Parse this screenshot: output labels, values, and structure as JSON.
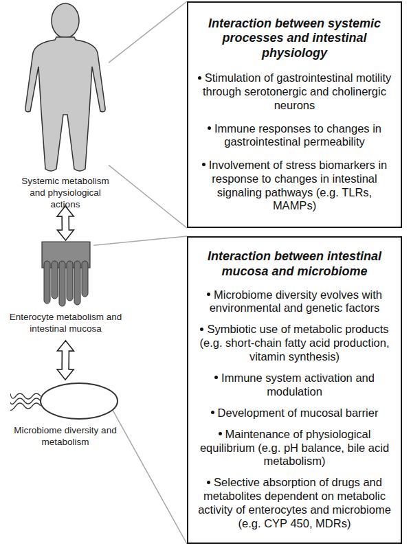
{
  "diagram": {
    "nodes": [
      {
        "text": [
          "Systemic metabolism and physiological actions"
        ]
      },
      {
        "text": [
          "Interaction between systemic processes and intestinal physiology",
          "Stimulation of gastrointestinal motility through serotonergic and cholinergic neurons",
          "Immune responses to changes in gastrointestinal permeability",
          "Involvement of stress biomarkers in response to changes in intestinal signaling pathways (e.g. TLRs, MAMPs)"
        ]
      },
      {
        "text": [
          "Enterocyte metabolism and intestinal mucosa"
        ]
      },
      {
        "text": [
          "Interaction between intestinal mucosa and microbiome",
          "Microbiome diversity evolves with environmental and genetic factors",
          "Symbiotic use of metabolic products (e.g. short-chain fatty acid production, vitamin synthesis)",
          "Immune system activation and modulation",
          "Development of mucosal barrier",
          "Maintenance of physiological equilibrium (e.g. pH balance, bile acid metabolism)",
          "Selective absorption of drugs and metabolites dependent on metabolic activity of enterocytes and microbiome (e.g. CYP 450, MDRs)"
        ]
      },
      {
        "text": [
          "Microbiome diversity and metabolism"
        ]
      }
    ],
    "edges": [
      {
        "from": 0,
        "to": 2,
        "arrow": "both"
      },
      {
        "from": 2,
        "to": 4,
        "arrow": "both"
      },
      {
        "from": 0,
        "to": 1,
        "arrow": "none"
      },
      {
        "from": 0,
        "to": 1,
        "arrow": "none"
      },
      {
        "from": 2,
        "to": 3,
        "arrow": "none"
      },
      {
        "from": 4,
        "to": 3,
        "arrow": "none"
      }
    ]
  }
}
